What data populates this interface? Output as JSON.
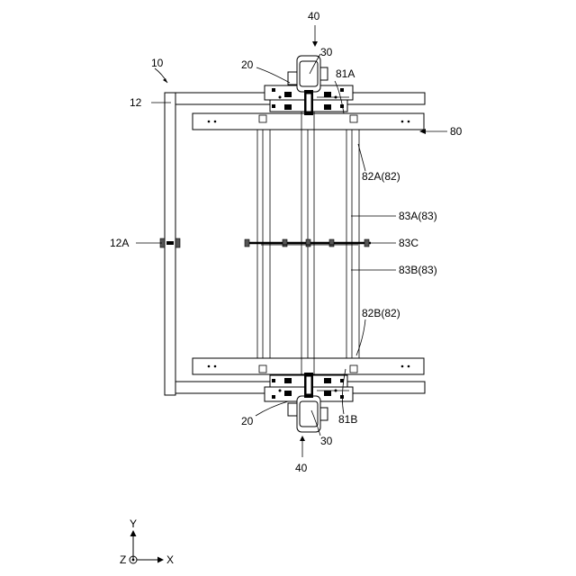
{
  "labels": {
    "l10": "10",
    "l12": "12",
    "l12A": "12A",
    "l20_top": "20",
    "l20_bottom": "20",
    "l30_top": "30",
    "l30_bottom": "30",
    "l40_top": "40",
    "l40_bottom": "40",
    "l80": "80",
    "l81A": "81A",
    "l81B": "81B",
    "l82A": "82A(82)",
    "l82B": "82B(82)",
    "l83A": "83A(83)",
    "l83B": "83B(83)",
    "l83C": "83C"
  },
  "axes": {
    "y": "Y",
    "x": "X",
    "z": "Z"
  }
}
